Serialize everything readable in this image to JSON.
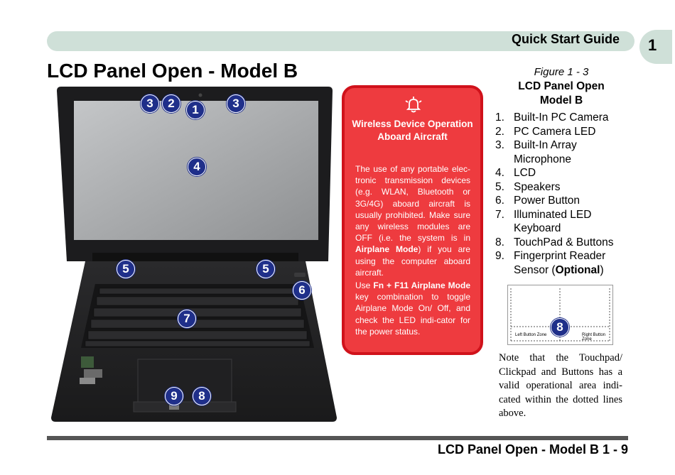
{
  "header": {
    "guide_title": "Quick Start Guide",
    "chapter": "1"
  },
  "page_title": "LCD Panel Open - Model B",
  "callouts": {
    "c3a": "3",
    "c2": "2",
    "c1": "1",
    "c3b": "3",
    "c4": "4",
    "c5a": "5",
    "c5b": "5",
    "c6": "6",
    "c7": "7",
    "c9": "9",
    "c8": "8"
  },
  "warning": {
    "icon": "airplane-bell-icon",
    "title": "Wireless Device Operation Aboard Aircraft",
    "p1_a": "The use of any portable elec-tronic transmission devices (e.g. WLAN, Bluetooth or 3G/4G) aboard aircraft is usually prohibited. Make sure any wireless modules are OFF (i.e. the system is in ",
    "p1_bold": "Airplane Mode",
    "p1_b": ") if you are using the computer aboard aircraft.",
    "p2_a": "Use ",
    "p2_bold": "Fn + F11 Airplane Mode",
    "p2_b": " key combination to toggle Airplane Mode On/ Off, and check the LED indi-cator for the power status."
  },
  "figure": {
    "number": "Figure 1 - 3",
    "title": "LCD Panel Open Model B",
    "items": [
      {
        "n": "1.",
        "text": "Built-In PC Camera"
      },
      {
        "n": "2.",
        "text": "PC Camera LED"
      },
      {
        "n": "3.",
        "text": "Built-In Array Microphone"
      },
      {
        "n": "4.",
        "text": "LCD"
      },
      {
        "n": "5.",
        "text": "Speakers"
      },
      {
        "n": "6.",
        "text": "Power Button"
      },
      {
        "n": "7.",
        "text": "Illuminated LED Keyboard"
      },
      {
        "n": "8.",
        "text": "TouchPad & Buttons"
      },
      {
        "n": "9.",
        "text": "Fingerprint Reader Sensor (",
        "bold": "Optional",
        "after": ")"
      }
    ]
  },
  "touchpad_diagram": {
    "left_label": "Left Button Zone",
    "right_label": "Right Button Zone",
    "callout": "8"
  },
  "note": "Note that the Touchpad/ Clickpad and Buttons has a valid operational area indi-cated within the dotted lines above.",
  "footer": "LCD Panel Open - Model B 1 - 9",
  "colors": {
    "header_bar": "#cfe0d8",
    "warning_bg": "#ee3b3f",
    "callout_bg": "#1f2f8a"
  }
}
